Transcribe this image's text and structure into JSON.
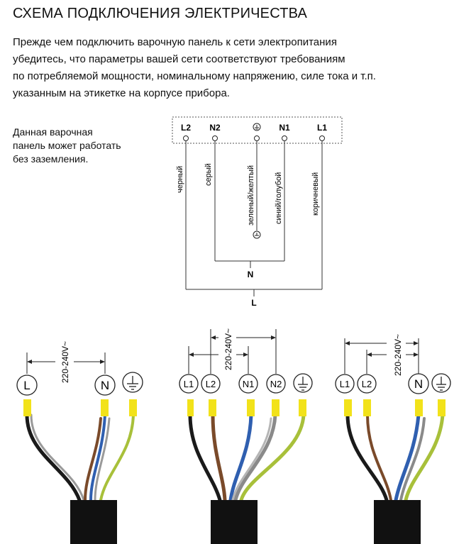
{
  "title": "СХЕМА ПОДКЛЮЧЕНИЯ ЭЛЕКТРИЧЕСТВА",
  "intro_lines": [
    "Прежде чем подключить варочную панель к сети электропитания",
    "убедитесь, что параметры вашей сети соответствуют требованиям",
    "по потребляемой мощности, номинальному напряжению, силе тока и т.п.",
    "указанным на этикетке на корпусе прибора."
  ],
  "side_note_lines": [
    "Данная варочная",
    "панель может работать",
    "без заземления."
  ],
  "terminal_block": {
    "terminals": [
      "L2",
      "N2",
      "⏚",
      "N1",
      "L1"
    ],
    "wire_colors": [
      "черный",
      "серый",
      "зеленый/желтый",
      "синий/голубой",
      "коричневый"
    ],
    "bus_labels": {
      "neutral": "N",
      "line": "L"
    }
  },
  "wiring_options": [
    {
      "voltage": "220-240V~",
      "terminals": [
        "L",
        "N",
        "⏚"
      ]
    },
    {
      "voltage": "220-240V~",
      "terminals": [
        "L1",
        "L2",
        "N1",
        "N2",
        "⏚"
      ]
    },
    {
      "voltage": "220-240V~",
      "terminals": [
        "L1",
        "L2",
        "N",
        "⏚"
      ]
    }
  ],
  "colors": {
    "black": "#1a1a1a",
    "brown": "#7a4a2a",
    "blue": "#2f5fb0",
    "grey": "#8a8a8a",
    "green_yellow": "#a8c03a",
    "yellow": "#f2e21a",
    "cable": "#111111"
  }
}
